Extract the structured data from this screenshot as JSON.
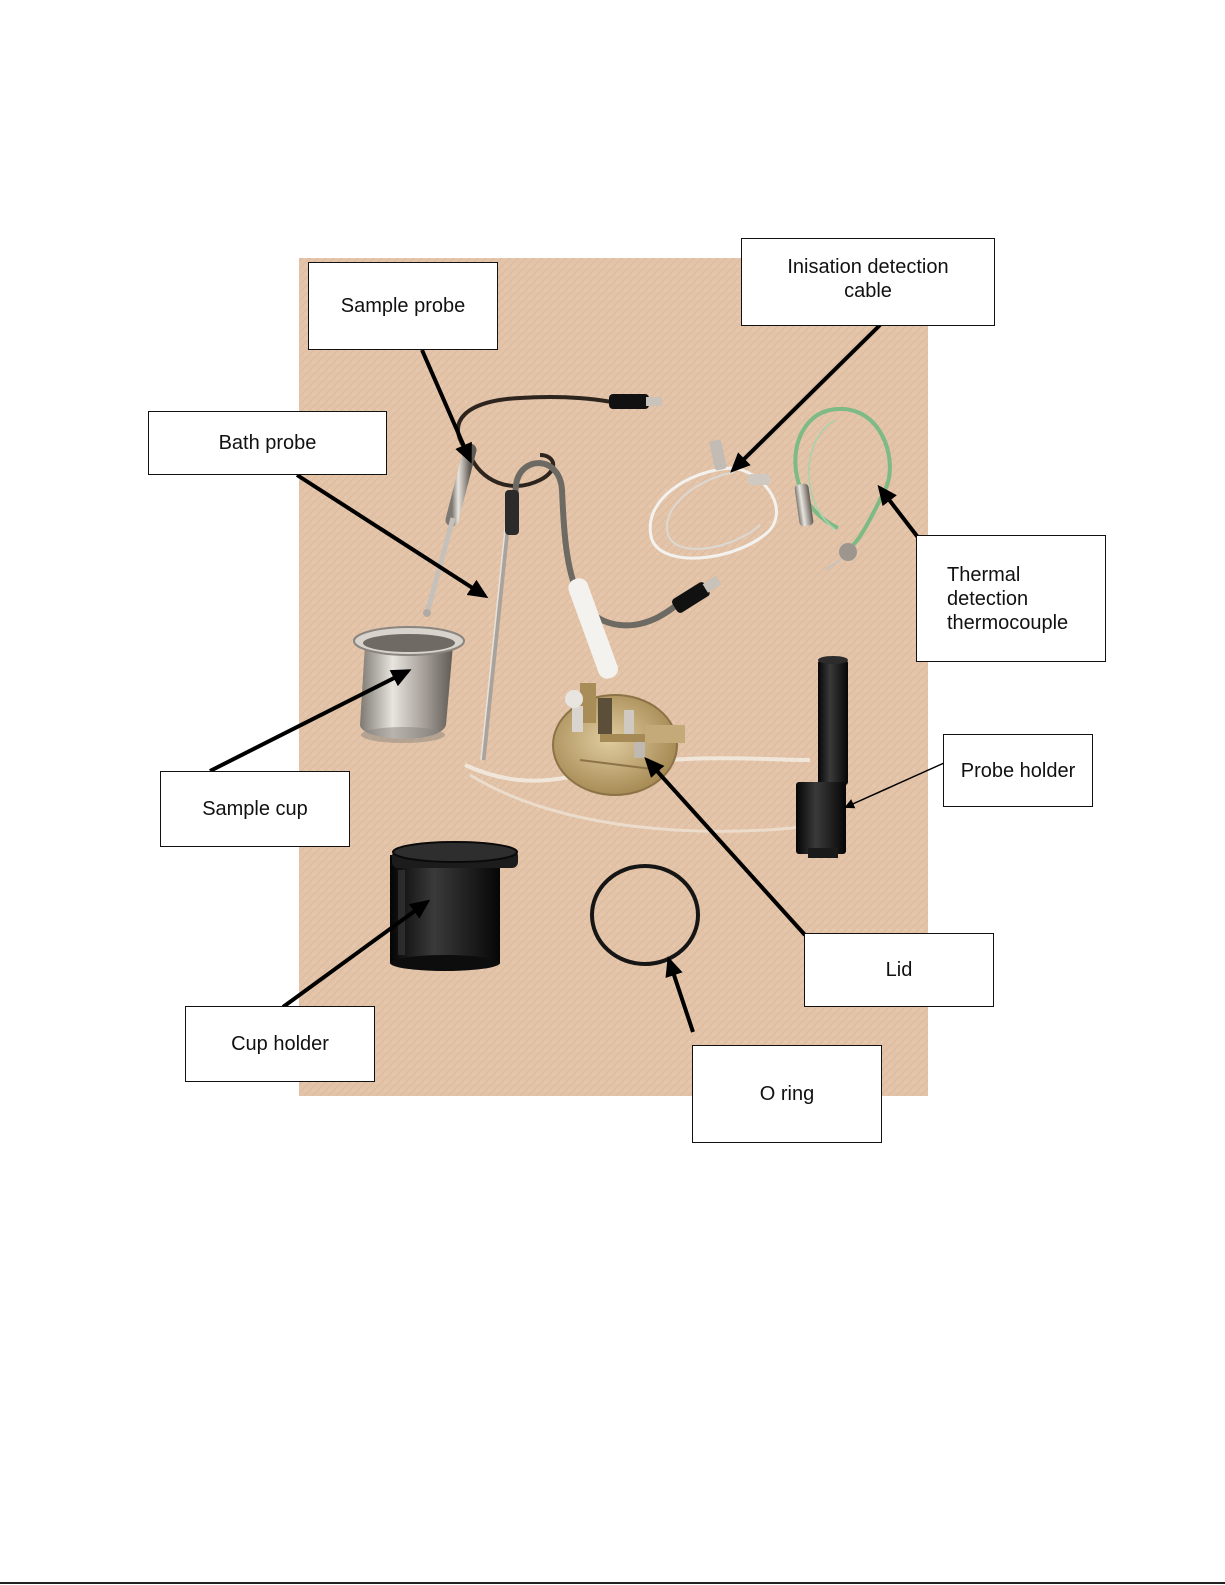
{
  "photo": {
    "background_color": "#e2c3a8",
    "components": [
      "sample-probe",
      "bath-probe",
      "ionisation-cable",
      "thermocouple",
      "sample-cup",
      "cup-holder",
      "lid",
      "o-ring",
      "probe-holder"
    ]
  },
  "labels": {
    "sample_probe": "Sample probe",
    "ionisation_cable_line1": "Inisation detection",
    "ionisation_cable_line2": "cable",
    "bath_probe": "Bath probe",
    "thermocouple_line1": "Thermal",
    "thermocouple_line2": "detection",
    "thermocouple_line3": "thermocouple",
    "sample_cup": "Sample cup",
    "probe_holder": "Probe holder",
    "lid": "Lid",
    "cup_holder": "Cup holder",
    "o_ring": "O ring"
  },
  "colors": {
    "arrow": "#000000",
    "callout_border": "#111111",
    "thermocouple_wire": "#7dba85",
    "steel": "#b7b0a8",
    "black_part": "#141414",
    "brass": "#b99c67"
  }
}
